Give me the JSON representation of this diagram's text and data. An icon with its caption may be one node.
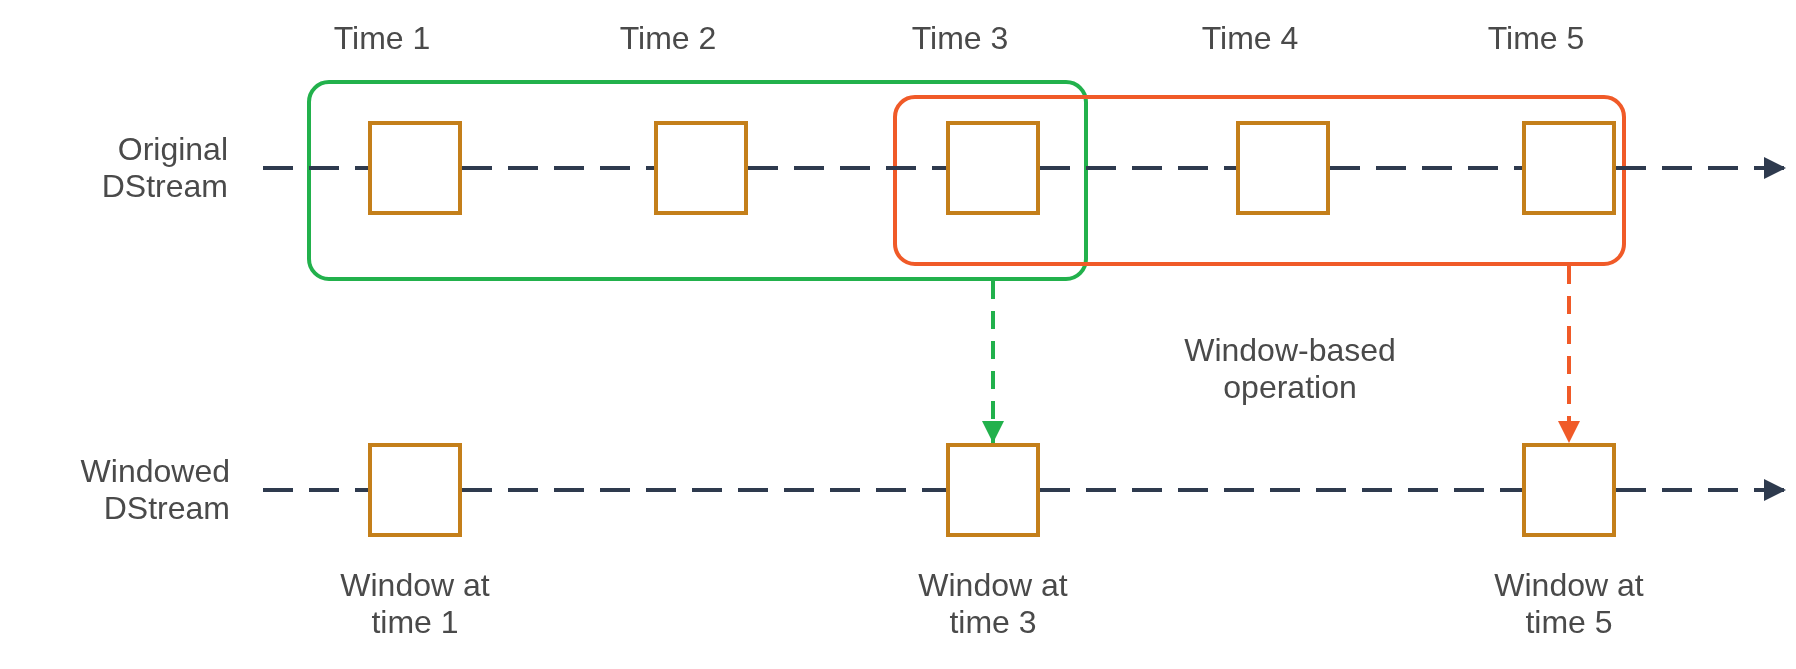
{
  "diagram": {
    "nodes": [
      {
        "text": [],
        "shape": "box"
      },
      {
        "text": [],
        "shape": "box"
      },
      {
        "text": [],
        "shape": "box",
        "in": 0
      },
      {
        "text": [],
        "shape": "box",
        "in": 0
      },
      {
        "text": [],
        "shape": "box"
      },
      {
        "text": [],
        "shape": "box",
        "in": 1
      },
      {
        "text": [],
        "shape": "box",
        "in": 1
      },
      {
        "text": [],
        "shape": "box",
        "beside": [
          "Window at time 1"
        ]
      },
      {
        "text": [],
        "shape": "box",
        "beside": [
          "Window at time 3"
        ]
      },
      {
        "text": [],
        "shape": "box",
        "beside": [
          "Window at time 5"
        ]
      }
    ],
    "edges": [
      {
        "from": null,
        "to": 2,
        "arrow": "none",
        "style": "dashed"
      },
      {
        "from": 2,
        "to": 3,
        "arrow": "none",
        "style": "dashed"
      },
      {
        "from": 3,
        "to": 4,
        "arrow": "none",
        "style": "dashed"
      },
      {
        "from": 4,
        "to": 5,
        "arrow": "none",
        "style": "dashed"
      },
      {
        "from": 5,
        "to": 6,
        "arrow": "none",
        "style": "dashed"
      },
      {
        "from": 6,
        "to": null,
        "arrow": "to",
        "style": "dashed"
      },
      {
        "from": null,
        "to": 7,
        "arrow": "none",
        "style": "dashed"
      },
      {
        "from": 7,
        "to": 8,
        "arrow": "none",
        "style": "dashed"
      },
      {
        "from": 8,
        "to": 9,
        "arrow": "none",
        "style": "dashed"
      },
      {
        "from": 9,
        "to": null,
        "arrow": "to",
        "style": "dashed"
      },
      {
        "from": 0,
        "to": 8,
        "arrow": "to",
        "style": "dashed",
        "color": "#22b14c"
      },
      {
        "from": 1,
        "to": 9,
        "arrow": "to",
        "style": "dashed",
        "color": "#f05a28"
      }
    ],
    "labels": [
      "Time 1",
      "Time 2",
      "Time 3",
      "Time 4",
      "Time 5",
      "Original DStream",
      "Windowed DStream",
      "Window-based operation"
    ]
  }
}
